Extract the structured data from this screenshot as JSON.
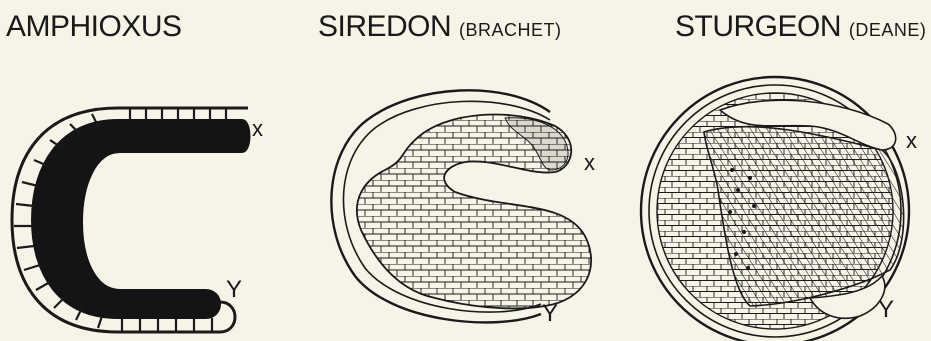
{
  "figures": [
    {
      "title": "AMPHIOXUS",
      "subtitle": "",
      "label_x": "x",
      "label_y": "Y"
    },
    {
      "title": "SIREDON",
      "subtitle": "(BRACHET)",
      "label_x": "x",
      "label_y": "Y"
    },
    {
      "title": "STURGEON",
      "subtitle": "(DEANE)",
      "label_x": "x",
      "label_y": "Y"
    }
  ],
  "colors": {
    "ink": "#1a1a1a",
    "paper": "#f6f4e6"
  }
}
